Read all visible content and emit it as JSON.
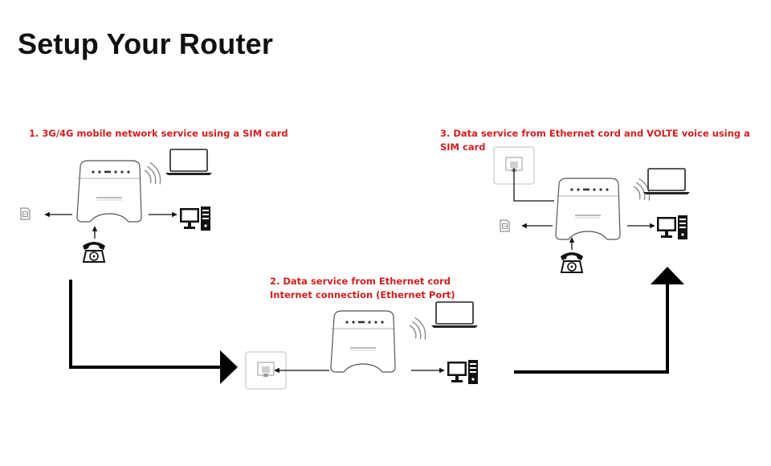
{
  "title": "Setup Your Router",
  "steps": [
    {
      "label": "1. 3G/4G mobile network service using a SIM card"
    },
    {
      "label": "2. Data service from Ethernet cord Internet connection (Ethernet Port)"
    },
    {
      "label": "3. Data service from Ethernet cord and VOLTE voice using a SIM card"
    }
  ],
  "colors": {
    "title": "#111111",
    "step_label": "#d41e1e",
    "flow_arrow": "#000000",
    "device_outline": "#555555",
    "led": "#333333"
  },
  "icons": [
    "router-icon",
    "laptop-icon",
    "desktop-icon",
    "sim-card-icon",
    "telephone-icon",
    "ethernet-port-icon",
    "wifi-signal-icon"
  ]
}
